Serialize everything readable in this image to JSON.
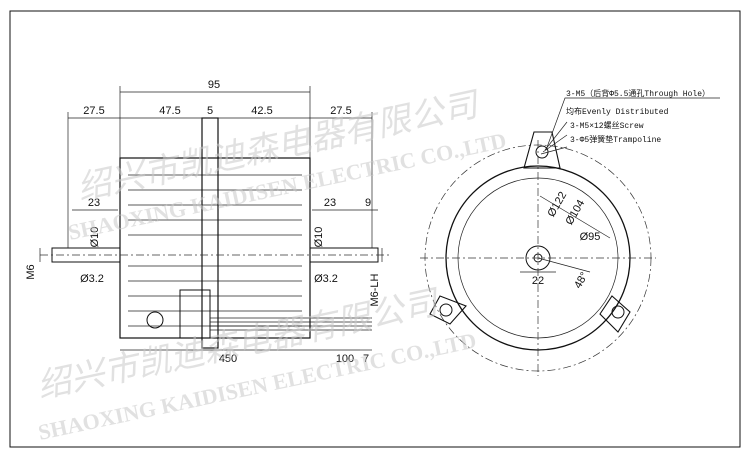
{
  "side_view": {
    "dims": {
      "overall_width": "95",
      "left_shaft": "27.5",
      "mid_left": "47.5",
      "center": "5",
      "mid_right": "42.5",
      "right_shaft": "27.5",
      "left_23": "23",
      "right_23": "23",
      "right_9": "9",
      "shaft_dia_left": "Ø10",
      "shaft_dia_right": "Ø10",
      "hole_left": "Ø3.2",
      "hole_right": "Ø3.2",
      "thread_left": "M6",
      "thread_right": "M6-LH",
      "lead_length": "450",
      "lead_strip": "100",
      "lead_tip": "7"
    }
  },
  "front_view": {
    "notes": [
      "3-M5（后背Φ5.5通孔Through Hole）",
      "均布Evenly Distributed",
      "3-M5×12螺丝Screw",
      "3-Φ5弹簧垫Trampoline"
    ],
    "dims": {
      "dia_122": "Ø122",
      "dia_104": "Ø104",
      "dia_95": "Ø95",
      "offset_22": "22",
      "angle_48": "48°"
    }
  },
  "watermark": {
    "cn": "绍兴市凯迪森电器有限公司",
    "en": "SHAOXING KAIDISEN ELECTRIC CO.,LTD"
  }
}
